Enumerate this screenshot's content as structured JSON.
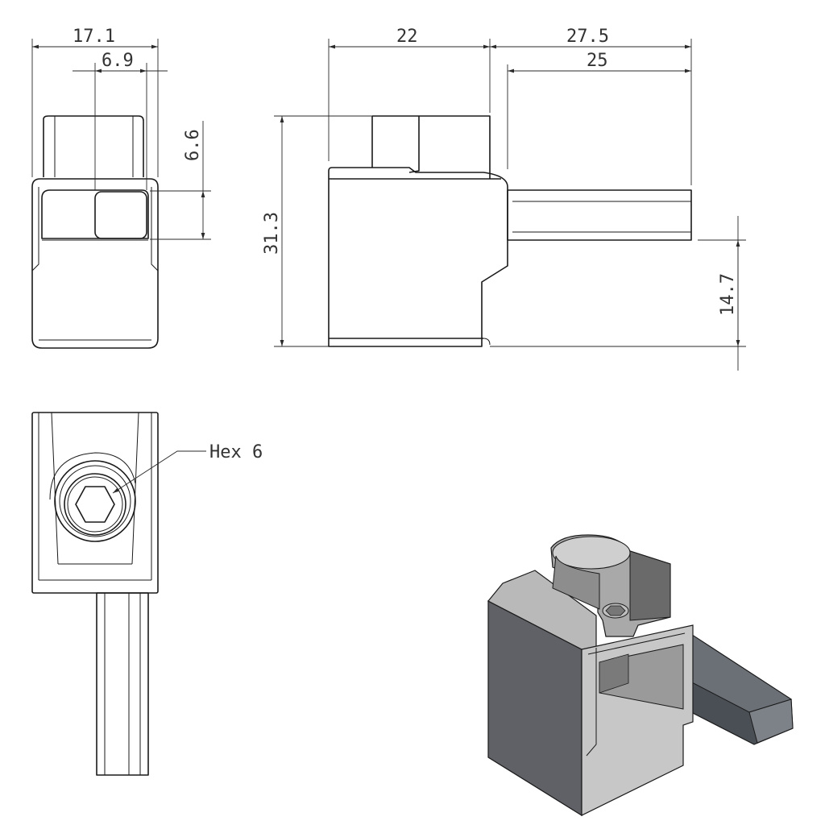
{
  "dimensions": {
    "front_width": "17.1",
    "front_inner": "6.9",
    "front_height": "6.6",
    "side_body_width": "22",
    "side_total_pin": "27.5",
    "side_pin": "25",
    "side_height": "31.3",
    "pin_offset": "14.7"
  },
  "callouts": {
    "hex": "Hex 6"
  },
  "colors": {
    "line": "#1a1a1a",
    "body_light": "#b8b8b8",
    "body_mid": "#8a8a8a",
    "body_dark": "#5e5e5e",
    "pin_dark": "#4a4f55"
  }
}
